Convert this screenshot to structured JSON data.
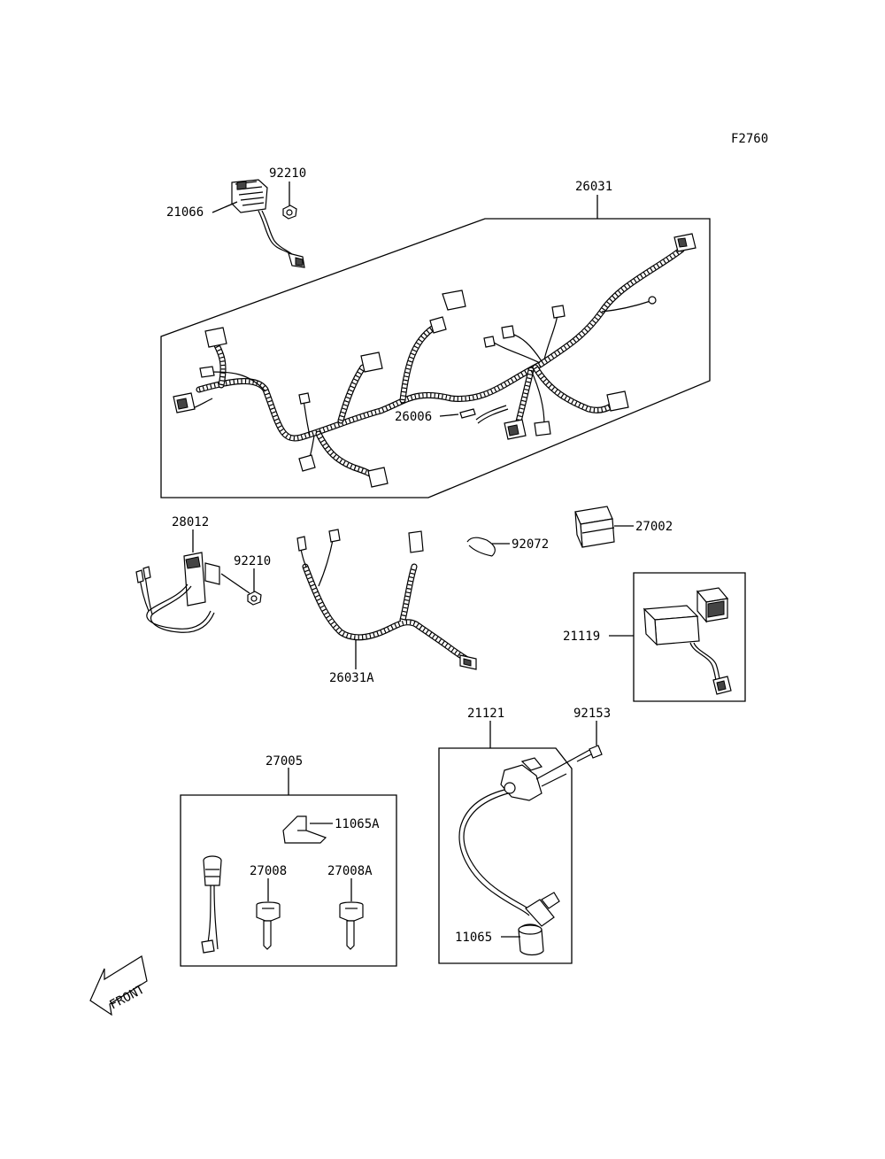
{
  "figure_code": "F2760",
  "callouts": {
    "p21066": "21066",
    "p92210_top": "92210",
    "p26031": "26031",
    "p26006": "26006",
    "p28012": "28012",
    "p92210_left": "92210",
    "p26031A": "26031A",
    "p92072": "92072",
    "p27002": "27002",
    "p21119": "21119",
    "p21121": "21121",
    "p92153": "92153",
    "p11065": "11065",
    "p27005": "27005",
    "p11065A": "11065A",
    "p27008": "27008",
    "p27008A": "27008A"
  },
  "front_arrow_label": "FRONT"
}
